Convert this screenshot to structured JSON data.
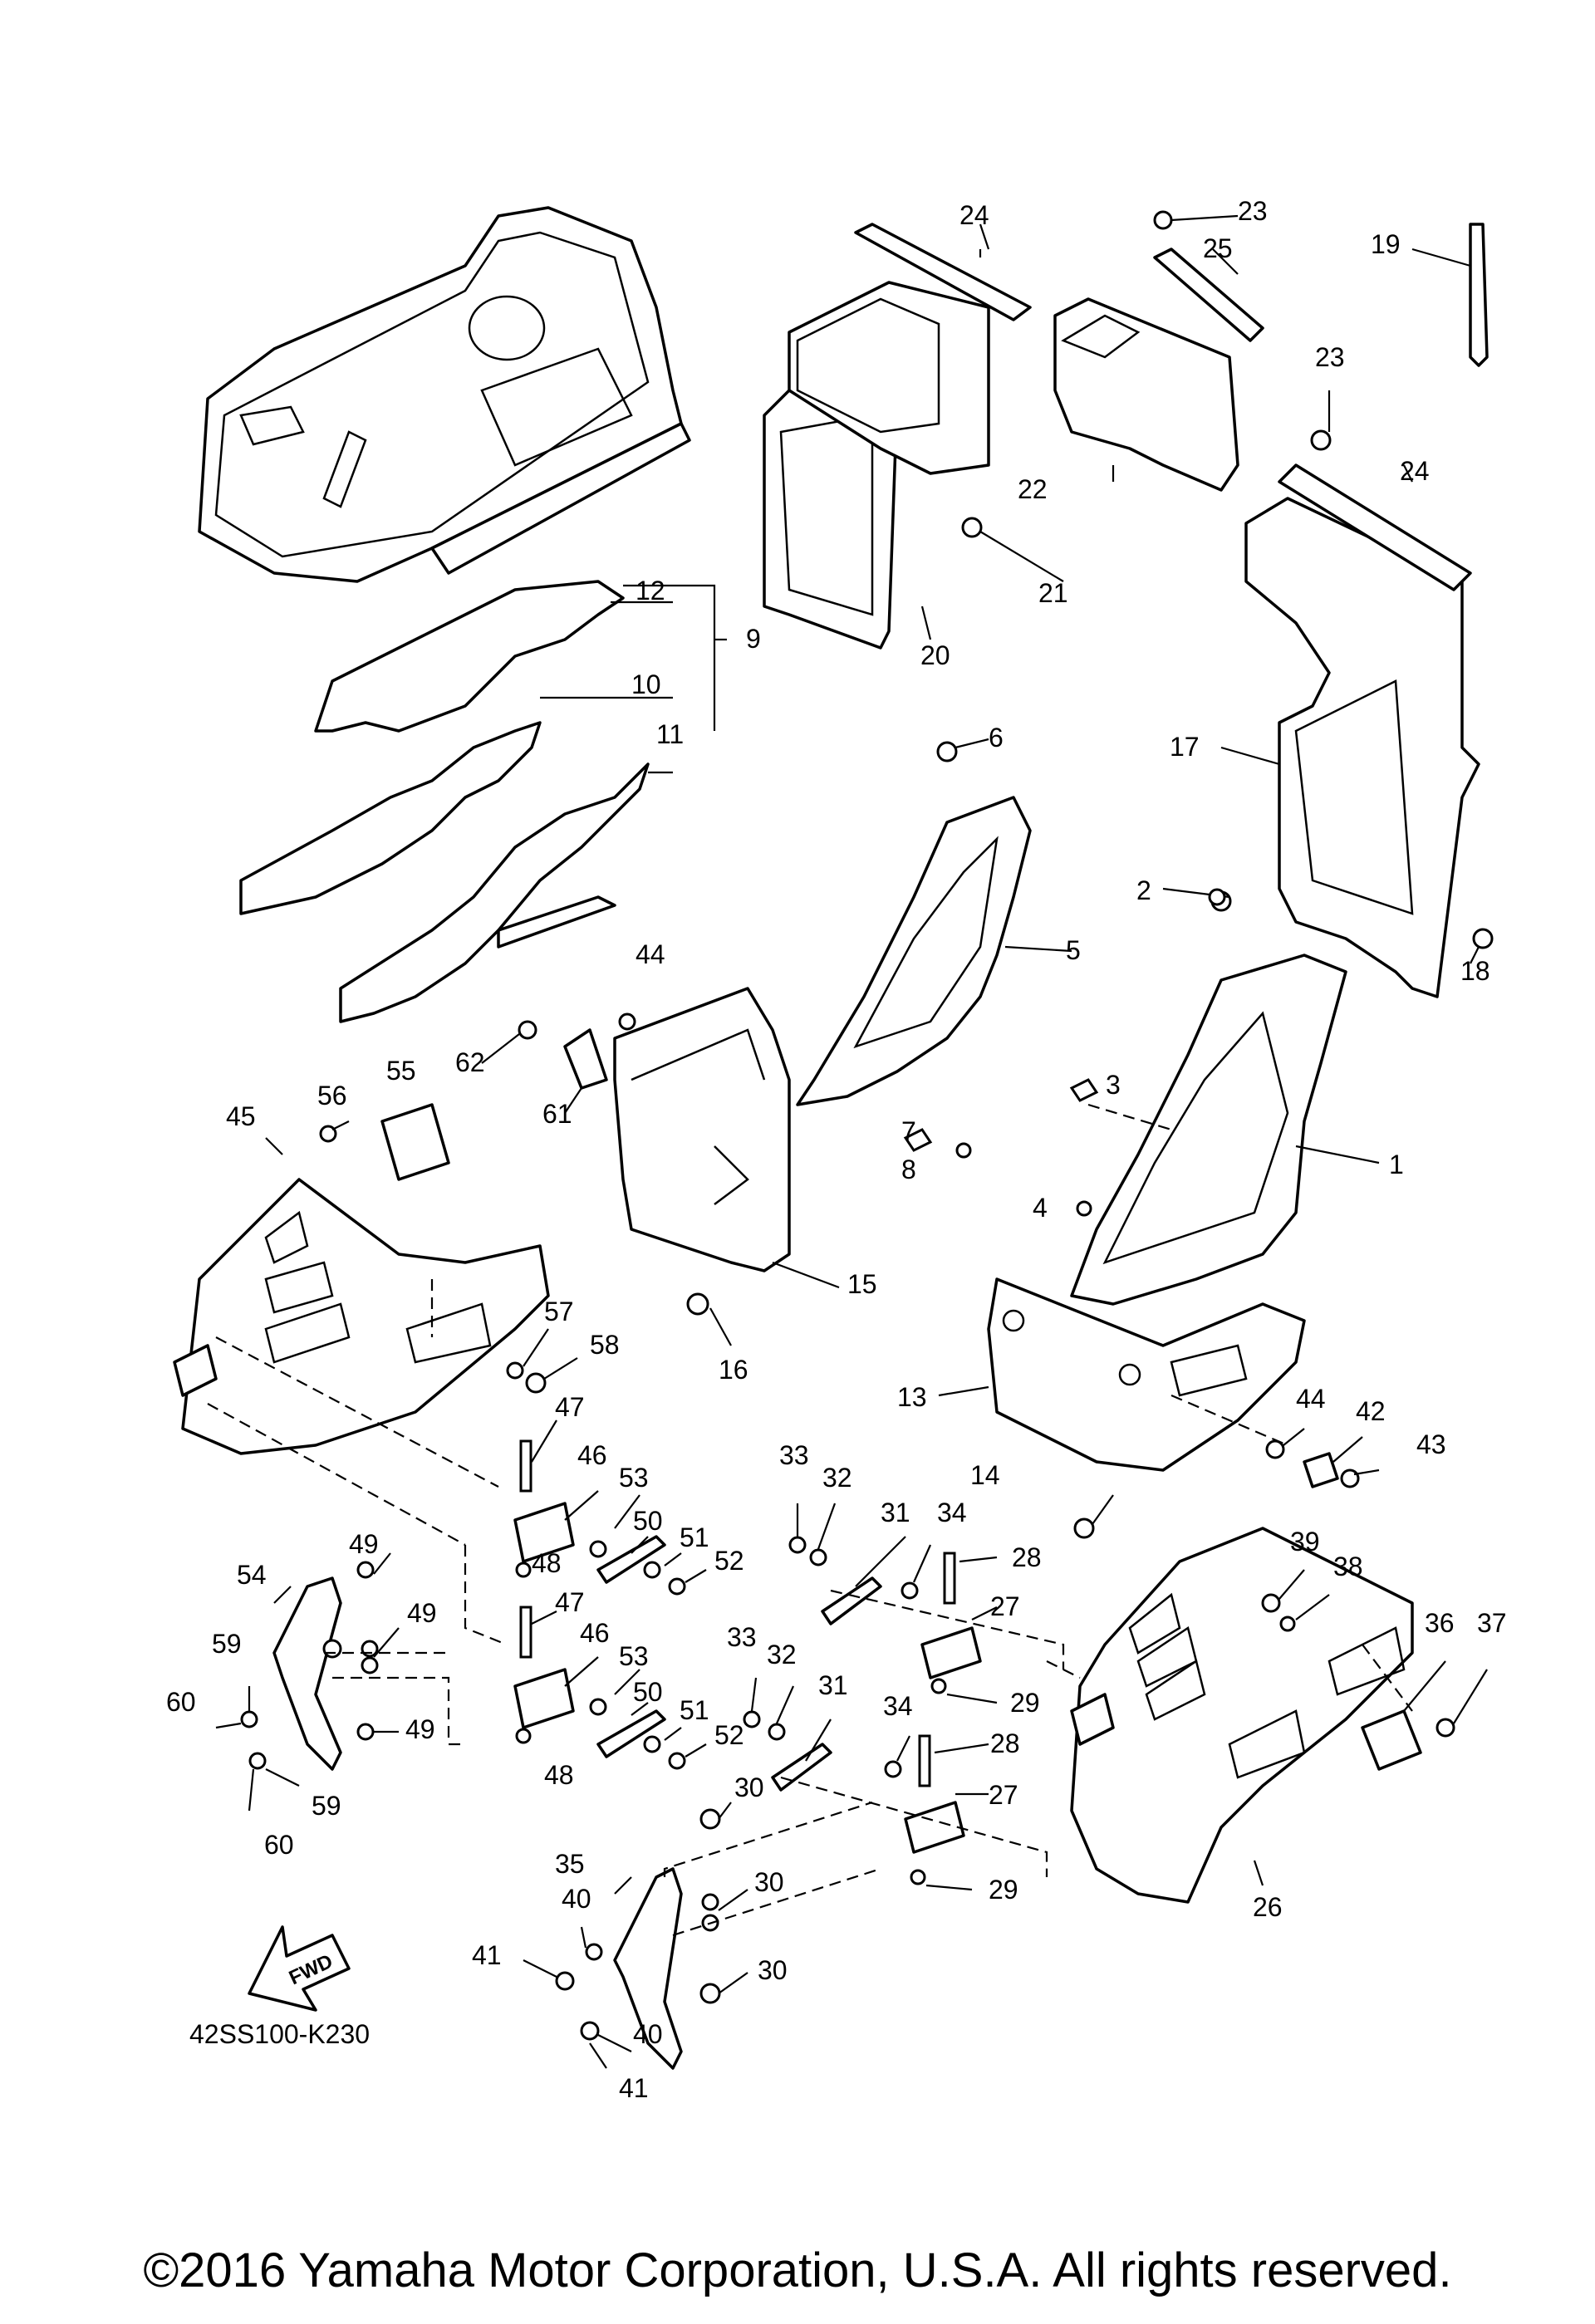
{
  "diagram": {
    "part_code": "42SS100-K230",
    "fwd_label": "FWD",
    "copyright": "©2016 Yamaha Motor Corporation, U.S.A. All rights reserved.",
    "callouts": [
      "1",
      "2",
      "3",
      "4",
      "5",
      "6",
      "7",
      "8",
      "9",
      "10",
      "11",
      "12",
      "13",
      "14",
      "15",
      "16",
      "17",
      "18",
      "19",
      "20",
      "21",
      "22",
      "23",
      "24",
      "25",
      "26",
      "27",
      "28",
      "29",
      "30",
      "31",
      "32",
      "33",
      "34",
      "35",
      "36",
      "37",
      "38",
      "39",
      "40",
      "41",
      "42",
      "43",
      "44",
      "45",
      "46",
      "47",
      "48",
      "49",
      "50",
      "51",
      "52",
      "53",
      "54",
      "55",
      "56",
      "57",
      "58",
      "59",
      "60",
      "61",
      "62"
    ]
  }
}
